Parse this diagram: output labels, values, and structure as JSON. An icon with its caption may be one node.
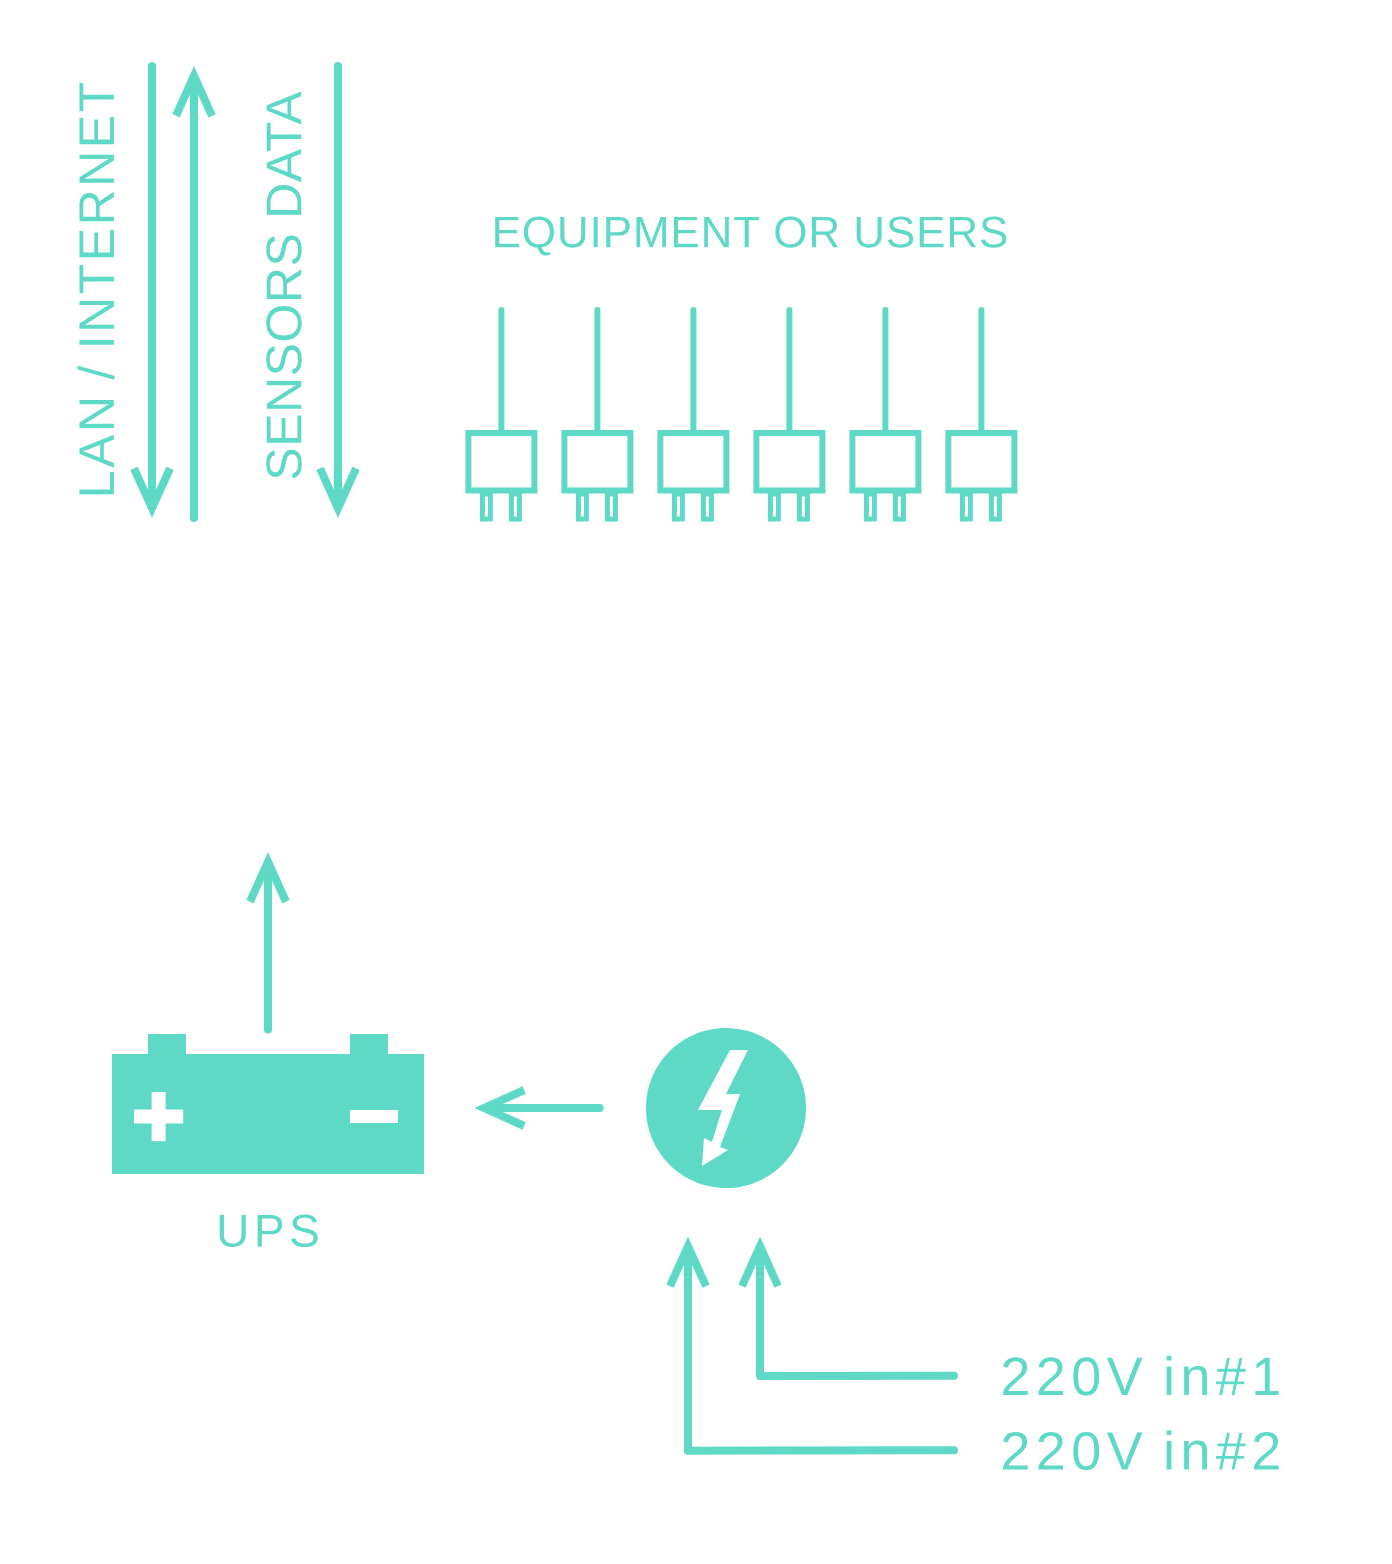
{
  "diagram": {
    "nodes": [
      {
        "text": [
          "UPS"
        ]
      },
      {
        "text": [],
        "shape": "circle"
      },
      {
        "text": [
          "220V in#1"
        ]
      },
      {
        "text": [
          "220V in#2"
        ]
      }
    ],
    "edges": [
      {
        "from": 0,
        "to": null,
        "arrow": "to"
      },
      {
        "from": 1,
        "to": 0,
        "arrow": "to"
      },
      {
        "from": 2,
        "to": 1,
        "arrow": "to"
      },
      {
        "from": 3,
        "to": 1,
        "arrow": "to"
      }
    ],
    "labels": [
      "LAN / INTERNET",
      "SENSORS DATA",
      "EQUIPMENT OR USERS"
    ]
  }
}
